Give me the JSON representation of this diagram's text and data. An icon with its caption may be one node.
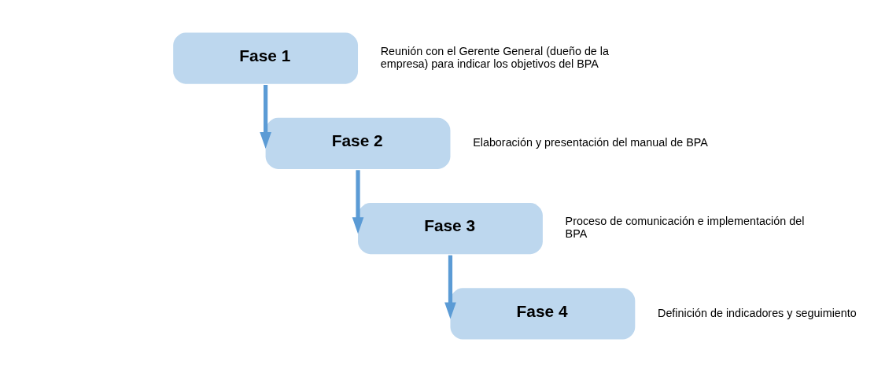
{
  "diagram": {
    "nodes": [
      {
        "text": [
          "Fase 1"
        ],
        "beside": [
          "Reunión con el Gerente General (dueño de la empresa) para indicar los objetivos del BPA"
        ]
      },
      {
        "text": [
          "Fase 2"
        ],
        "beside": [
          "Elaboración y presentación del manual de BPA"
        ]
      },
      {
        "text": [
          "Fase 3"
        ],
        "beside": [
          "Proceso de comunicación e implementación del BPA"
        ]
      },
      {
        "text": [
          "Fase 4"
        ],
        "beside": [
          "Definición de indicadores y seguimiento"
        ]
      }
    ],
    "edges": [
      {
        "from": 0,
        "to": 1,
        "arrow": "to"
      },
      {
        "from": 1,
        "to": 2,
        "arrow": "to"
      },
      {
        "from": 2,
        "to": 3,
        "arrow": "to"
      }
    ]
  }
}
